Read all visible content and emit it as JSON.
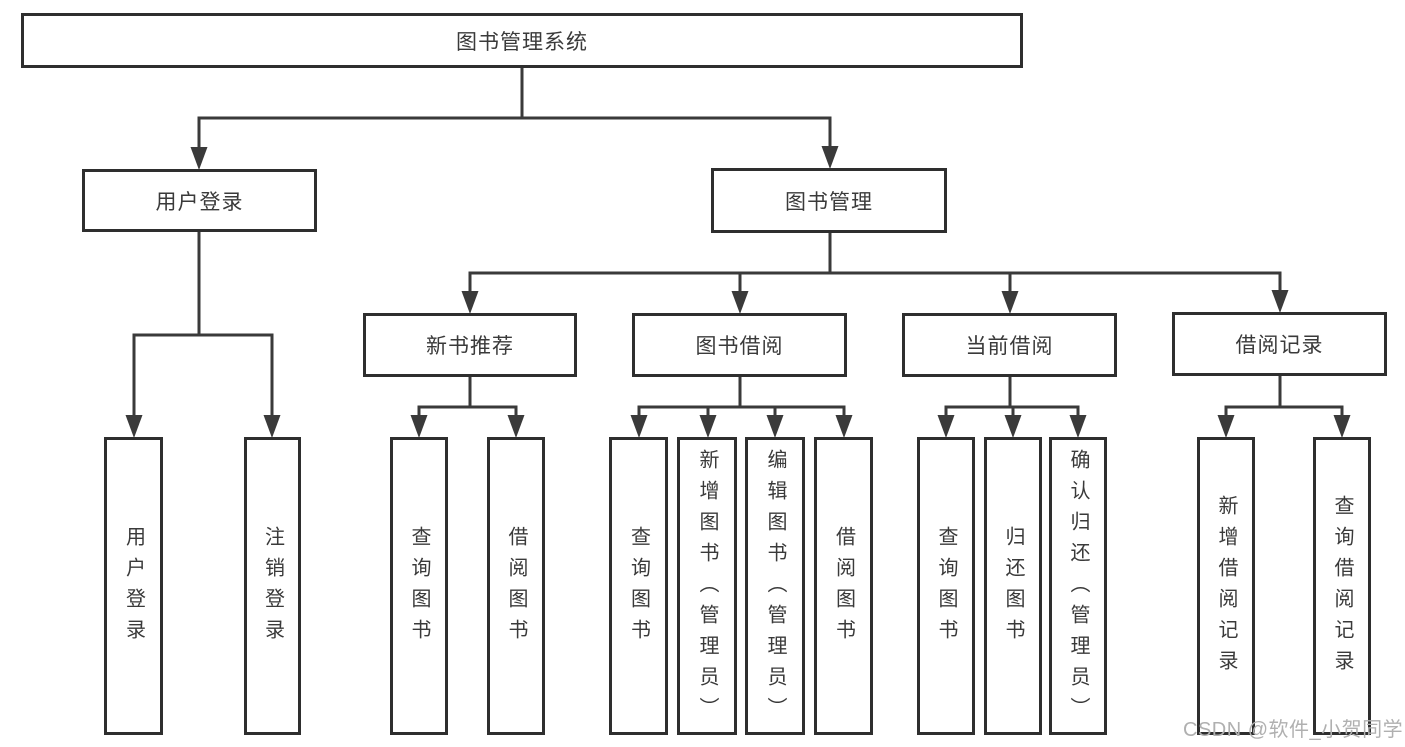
{
  "tree": {
    "label": "图书管理系统",
    "children": [
      {
        "label": "用户登录",
        "children": [
          {
            "label": "用户登录"
          },
          {
            "label": "注销登录"
          }
        ]
      },
      {
        "label": "图书管理",
        "children": [
          {
            "label": "新书推荐",
            "children": [
              {
                "label": "查询图书"
              },
              {
                "label": "借阅图书"
              }
            ]
          },
          {
            "label": "图书借阅",
            "children": [
              {
                "label": "查询图书"
              },
              {
                "label": "新增图书（管理员）"
              },
              {
                "label": "编辑图书（管理员）"
              },
              {
                "label": "借阅图书"
              }
            ]
          },
          {
            "label": "当前借阅",
            "children": [
              {
                "label": "查询图书"
              },
              {
                "label": "归还图书"
              },
              {
                "label": "确认归还（管理员）"
              }
            ]
          },
          {
            "label": "借阅记录",
            "children": [
              {
                "label": "新增借阅记录"
              },
              {
                "label": "查询借阅记录"
              }
            ]
          }
        ]
      }
    ]
  },
  "watermark": "CSDN @软件_小贺同学",
  "colors": {
    "line": "#3a3a3a",
    "box_border": "#2e2e2e",
    "text": "#3a3a3a",
    "watermark": "#b0b0b0",
    "background": "#ffffff"
  }
}
